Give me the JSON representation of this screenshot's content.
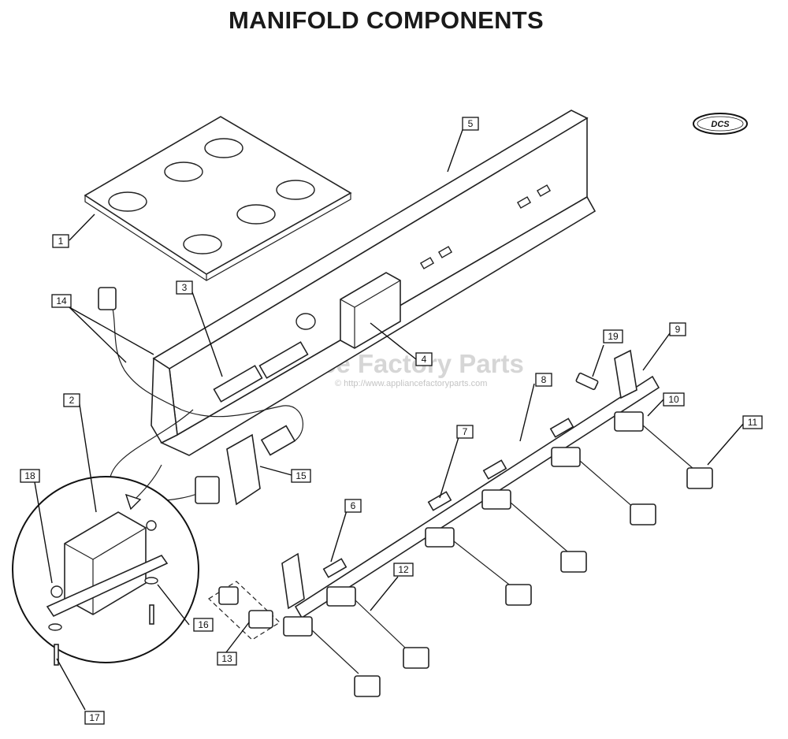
{
  "title": "MANIFOLD COMPONENTS",
  "brand_logo": "DCS",
  "watermark": {
    "text": "Appliance Factory Parts",
    "url": "© http://www.appliancefactoryparts.com"
  },
  "callouts": [
    "1",
    "2",
    "3",
    "4",
    "5",
    "6",
    "7",
    "8",
    "9",
    "10",
    "11",
    "12",
    "13",
    "14",
    "15",
    "16",
    "17",
    "18",
    "19"
  ]
}
